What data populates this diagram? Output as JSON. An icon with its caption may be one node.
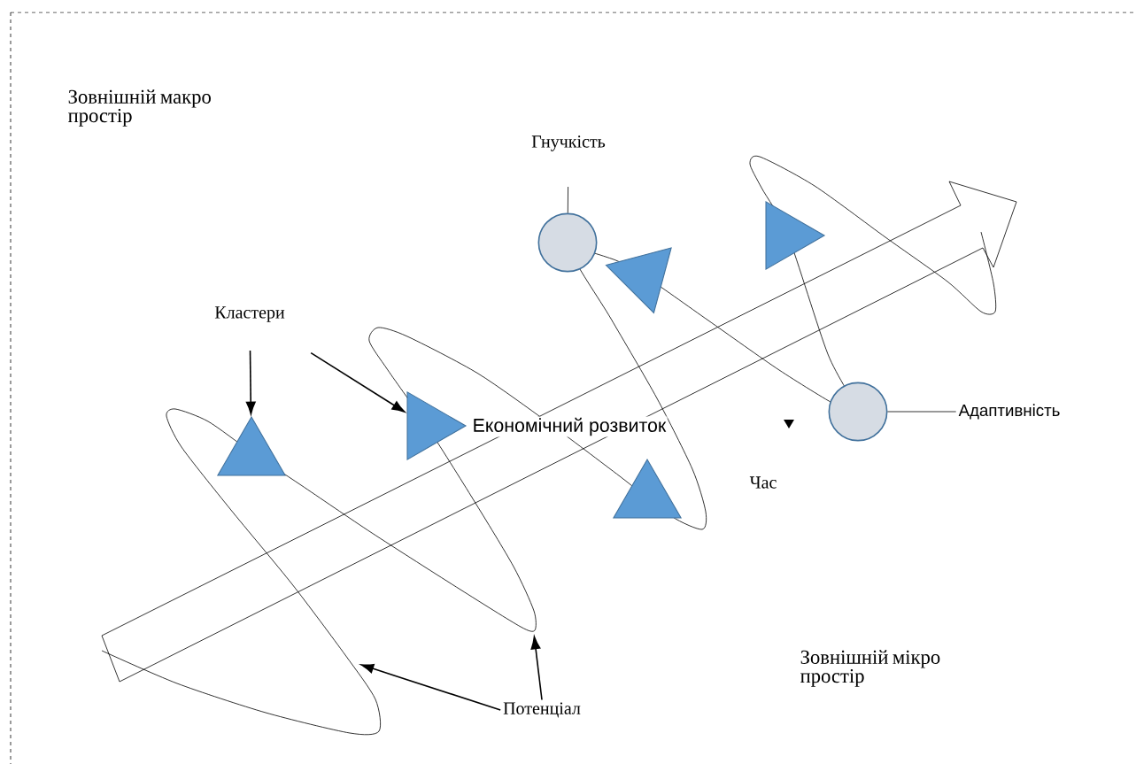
{
  "diagram": {
    "nodes": [
      {
        "text": [
          "Гнучкість"
        ]
      },
      {
        "text": [],
        "shape": "circle"
      },
      {
        "text": [],
        "shape": "triangle"
      },
      {
        "text": [],
        "shape": "triangle"
      },
      {
        "text": [
          "Кластери"
        ]
      },
      {
        "text": [],
        "shape": "circle"
      },
      {
        "text": [
          "Адаптивність"
        ]
      },
      {
        "text": [],
        "shape": "triangle"
      },
      {
        "text": [],
        "shape": "triangle"
      },
      {
        "text": [],
        "shape": "triangle"
      },
      {
        "text": [
          "Потенціал"
        ]
      },
      {
        "text": [
          "Економічний розвиток"
        ]
      }
    ],
    "edges": [
      {
        "from": 0,
        "to": 1,
        "arrow": "none"
      },
      {
        "from": 4,
        "to": 8,
        "arrow": "to"
      },
      {
        "from": 4,
        "to": 7,
        "arrow": "to"
      },
      {
        "from": 6,
        "to": 5,
        "arrow": "none"
      },
      {
        "from": 10,
        "to": null,
        "arrow": "to"
      },
      {
        "from": 10,
        "to": null,
        "arrow": "to"
      }
    ],
    "labels": [
      "Зовнішній макро простір",
      "Час",
      "Зовнішній мікро простір"
    ]
  }
}
